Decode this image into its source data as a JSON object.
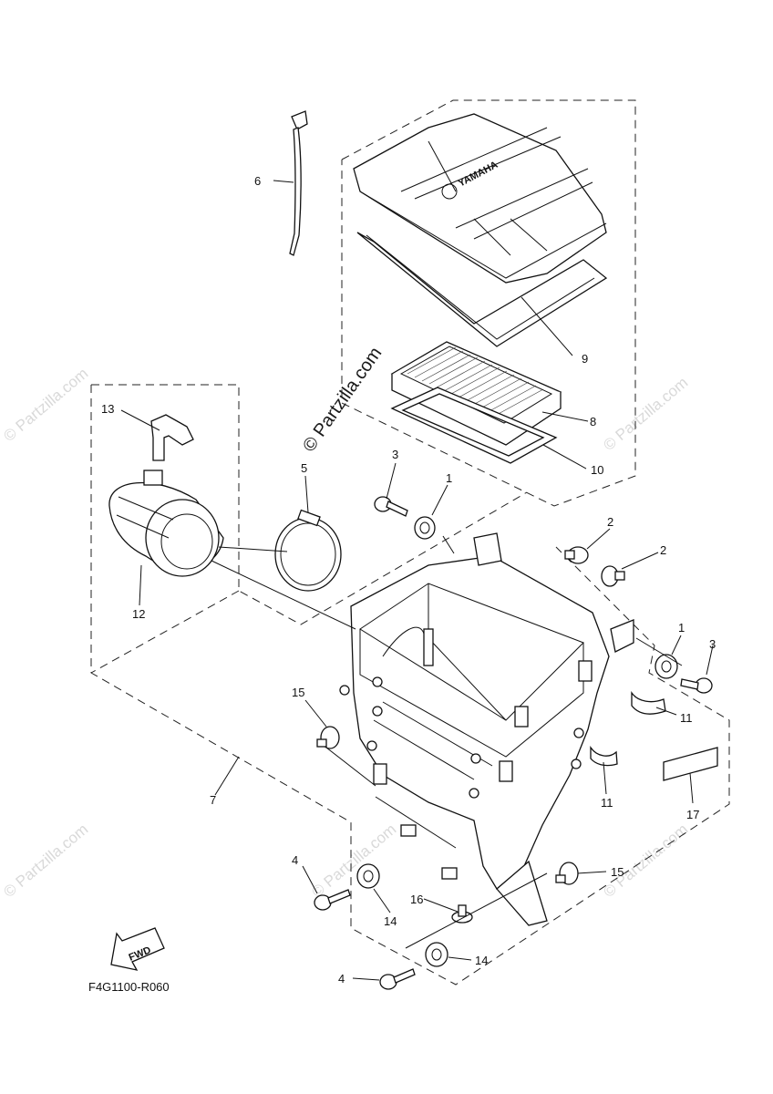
{
  "diagram": {
    "drawing_code": "F4G1100-R060",
    "fwd_label": "FWD",
    "watermark_center": "© Partzilla.com",
    "watermark_faint": "© Partzilla.com",
    "cover_brand": "YAMAHA",
    "callouts": {
      "c1a": "1",
      "c1b": "1",
      "c2a": "2",
      "c2b": "2",
      "c3a": "3",
      "c3b": "3",
      "c4a": "4",
      "c4b": "4",
      "c5": "5",
      "c6": "6",
      "c7": "7",
      "c8": "8",
      "c9": "9",
      "c10": "10",
      "c11a": "11",
      "c11b": "11",
      "c12": "12",
      "c13": "13",
      "c14a": "14",
      "c14b": "14",
      "c15a": "15",
      "c15b": "15",
      "c16": "16",
      "c17": "17"
    }
  }
}
